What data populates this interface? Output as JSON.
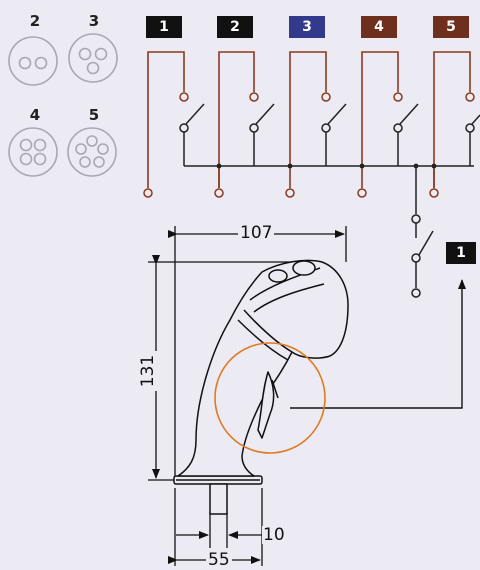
{
  "connectors": [
    {
      "label": "2",
      "pins": 2
    },
    {
      "label": "3",
      "pins": 3
    },
    {
      "label": "4",
      "pins": 4
    },
    {
      "label": "5",
      "pins": 5
    }
  ],
  "pin_badges": [
    {
      "label": "1",
      "color": "#111111"
    },
    {
      "label": "2",
      "color": "#111111"
    },
    {
      "label": "3",
      "color": "#333a8c"
    },
    {
      "label": "4",
      "color": "#6e2f1c"
    },
    {
      "label": "5",
      "color": "#6e2f1c"
    }
  ],
  "output_badge": {
    "label": "1",
    "color": "#111111"
  },
  "dimensions": {
    "width": "107",
    "height": "131",
    "stem": "10",
    "base": "55"
  },
  "colors": {
    "wire_brown": "#8b3a1e",
    "line": "#222222",
    "button_circle": "#e07a20",
    "connector_gray": "#a8a8b0"
  }
}
